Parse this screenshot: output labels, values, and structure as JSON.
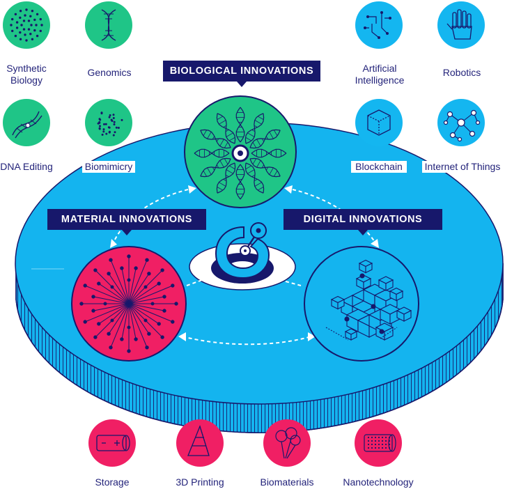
{
  "banners": {
    "biological": "BIOLOGICAL INNOVATIONS",
    "material": "MATERIAL INNOVATIONS",
    "digital": "DIGITAL INNOVATIONS"
  },
  "biological_items": [
    {
      "label": "Synthetic Biology",
      "icon": "circular-dots-icon"
    },
    {
      "label": "Genomics",
      "icon": "dna-helix-icon"
    },
    {
      "label": "DNA Editing",
      "icon": "dna-scissors-icon"
    },
    {
      "label": "Biomimicry",
      "icon": "dot-cluster-icon"
    }
  ],
  "digital_items": [
    {
      "label": "Artificial Intelligence",
      "icon": "brain-circuit-icon"
    },
    {
      "label": "Robotics",
      "icon": "robot-hand-icon"
    },
    {
      "label": "Blockchain",
      "icon": "cube-icon"
    },
    {
      "label": "Internet of Things",
      "icon": "network-nodes-icon"
    }
  ],
  "material_items": [
    {
      "label": "Storage",
      "icon": "battery-cylinder-icon"
    },
    {
      "label": "3D Printing",
      "icon": "pyramid-icon"
    },
    {
      "label": "Biomaterials",
      "icon": "balloons-icon"
    },
    {
      "label": "Nanotechnology",
      "icon": "nanotube-icon"
    }
  ],
  "colors": {
    "bio_green": "#1fc587",
    "digital_blue": "#14b6f0",
    "material_pink": "#f01f64",
    "navy": "#17186b",
    "platform_blue": "#14b4ef"
  }
}
